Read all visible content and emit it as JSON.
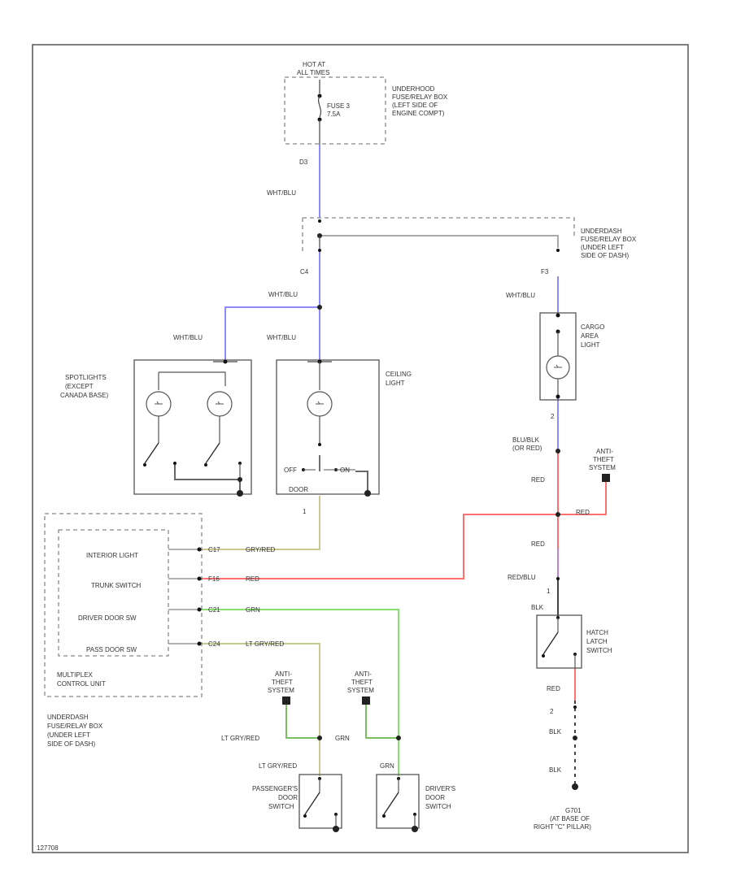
{
  "colors": {
    "wht_blu": "#8c8cff",
    "red": "#ff7070",
    "grn": "#88e070",
    "gry_red": "#c8c890",
    "grn_blk": "#7ac060",
    "red_blu": "#c080e0",
    "ground": "#444444"
  },
  "fuse_box_top": {
    "hot_at": "HOT AT",
    "all_times": "ALL TIMES",
    "fuse_label": "FUSE 3",
    "fuse_rating": "7.5A",
    "location": [
      "UNDERHOOD",
      "FUSE/RELAY BOX",
      "(LEFT SIDE OF",
      "ENGINE COMPT)"
    ]
  },
  "fuse_box_dash": {
    "location": [
      "UNDERDASH",
      "FUSE/RELAY BOX",
      "(UNDER LEFT",
      "SIDE OF DASH)"
    ]
  },
  "connectors": {
    "d3": "D3",
    "c4": "C4",
    "f3": "F3",
    "pin1": "1",
    "pin2": "2",
    "pin2b": "2",
    "pin1b": "1"
  },
  "wires": {
    "wht_blu_1": "WHT/BLU",
    "wht_blu_2": "WHT/BLU",
    "wht_blu_3": "WHT/BLU",
    "wht_blu_4": "WHT/BLU",
    "wht_blu_5": "WHT/BLU",
    "blu_blk": "BLU/BLK",
    "or_red": "(OR RED)",
    "red_1": "RED",
    "red_2": "RED",
    "red_3": "RED",
    "red_4": "RED",
    "red_blu": "RED/BLU",
    "blk_1": "BLK",
    "blk_2": "BLK",
    "blk_3": "BLK",
    "gry_red_1": "GRY/RED",
    "red_5": "RED",
    "grn_1": "GRN",
    "lt_gry_red_1": "LT GRY/RED",
    "lt_gry_red_2": "LT GRY/RED",
    "lt_gry_red_3": "LT GRY/RED",
    "grn_2": "GRN",
    "grn_3": "GRN"
  },
  "components": {
    "spotlights": [
      "SPOTLIGHTS",
      "(EXCEPT",
      "CANADA BASE)"
    ],
    "ceiling_light": [
      "CEILING",
      "LIGHT"
    ],
    "cargo_light": [
      "CARGO",
      "AREA",
      "LIGHT"
    ],
    "anti_theft_top": [
      "ANTI-",
      "THEFT",
      "SYSTEM"
    ],
    "hatch_switch": [
      "HATCH",
      "LATCH",
      "SWITCH"
    ],
    "ground": [
      "G701",
      "(AT BASE OF",
      "RIGHT \"C\" PILLAR)"
    ],
    "anti_theft_1": [
      "ANTI-",
      "THEFT",
      "SYSTEM"
    ],
    "anti_theft_2": [
      "ANTI-",
      "THEFT",
      "SYSTEM"
    ],
    "passenger_switch": [
      "PASSENGER'S",
      "DOOR",
      "SWITCH"
    ],
    "driver_switch": [
      "DRIVER'S",
      "DOOR",
      "SWITCH"
    ]
  },
  "ceiling_switch": {
    "off": "OFF",
    "on": "ON",
    "door": "DOOR"
  },
  "mcu": {
    "items": [
      "INTERIOR LIGHT",
      "TRUNK SWITCH",
      "DRIVER DOOR SW",
      "PASS DOOR SW"
    ],
    "pins": [
      "C17",
      "F16",
      "C21",
      "C24"
    ],
    "label": [
      "MULTIPLEX",
      "CONTROL UNIT"
    ],
    "location": [
      "UNDERDASH",
      "FUSE/RELAY BOX",
      "(UNDER LEFT",
      "SIDE OF DASH)"
    ]
  },
  "footer_code": "127708"
}
